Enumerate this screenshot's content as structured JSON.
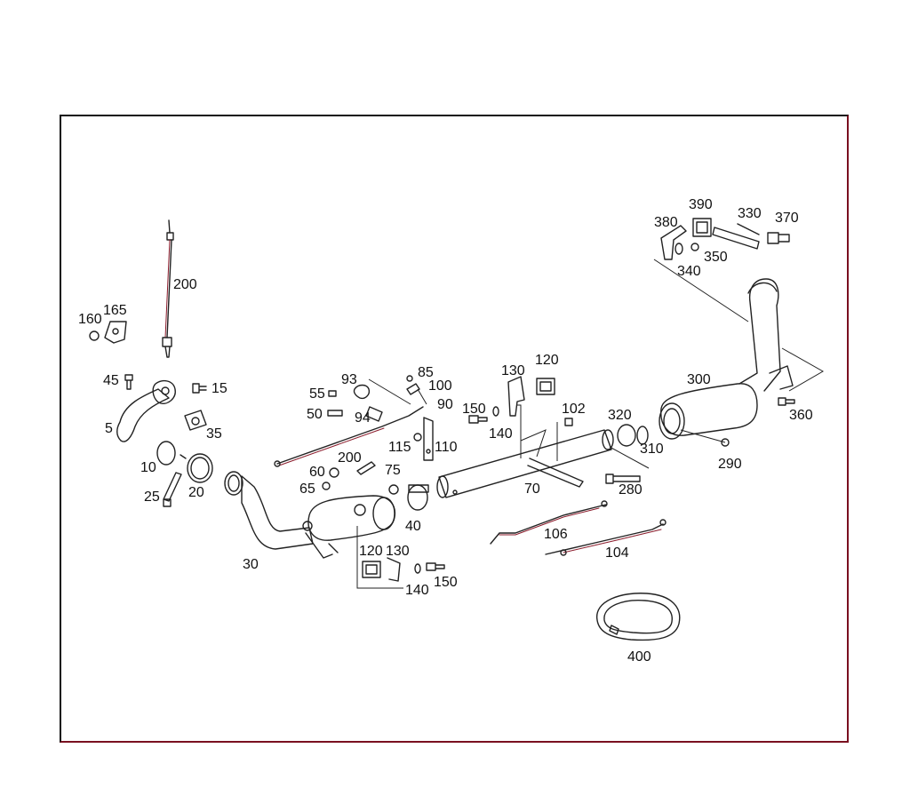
{
  "callouts": [
    "200",
    "160",
    "165",
    "45",
    "15",
    "5",
    "35",
    "10",
    "20",
    "25",
    "30",
    "93",
    "85",
    "100",
    "55",
    "50",
    "94",
    "90",
    "115",
    "110",
    "60",
    "200",
    "75",
    "65",
    "40",
    "120",
    "130",
    "140",
    "150",
    "130",
    "120",
    "150",
    "140",
    "102",
    "70",
    "320",
    "310",
    "300",
    "290",
    "280",
    "106",
    "104",
    "400",
    "390",
    "380",
    "330",
    "370",
    "340",
    "350",
    "360"
  ]
}
